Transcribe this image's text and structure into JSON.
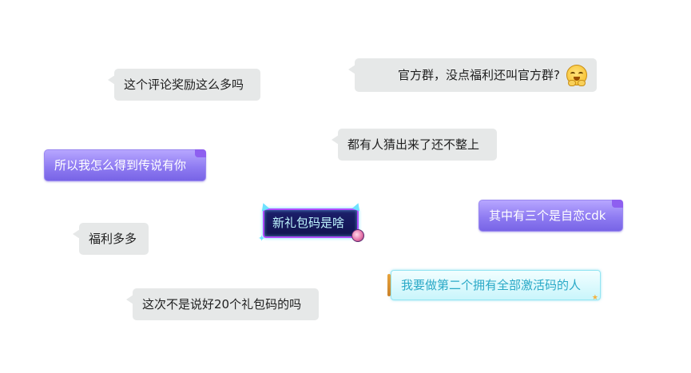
{
  "comments": [
    {
      "id": "c1",
      "style": "plain",
      "text": "这个评论奖励这么多吗"
    },
    {
      "id": "c2",
      "style": "plain",
      "text": "官方群，没点福利还叫官方群?",
      "emoji": "embarrassed-face-icon"
    },
    {
      "id": "c3",
      "style": "plain",
      "text": "都有人猜出来了还不整上"
    },
    {
      "id": "c4",
      "style": "purple",
      "text": "所以我怎么得到传说有你"
    },
    {
      "id": "c5",
      "style": "neon",
      "text": "新礼包码是啥"
    },
    {
      "id": "c6",
      "style": "purple",
      "text": "其中有三个是自恋cdk"
    },
    {
      "id": "c7",
      "style": "plain",
      "text": "福利多多"
    },
    {
      "id": "c8",
      "style": "cyan",
      "text": "我要做第二个拥有全部激活码的人"
    },
    {
      "id": "c9",
      "style": "plain",
      "text": "这次不是说好20个礼包码的吗"
    }
  ],
  "colors": {
    "plain_bg": "#e6e8e8",
    "purple_bg": "#8f7cf2",
    "neon_bg": "#141760",
    "neon_border": "#b04cff",
    "cyan_text": "#2aa9c7"
  }
}
